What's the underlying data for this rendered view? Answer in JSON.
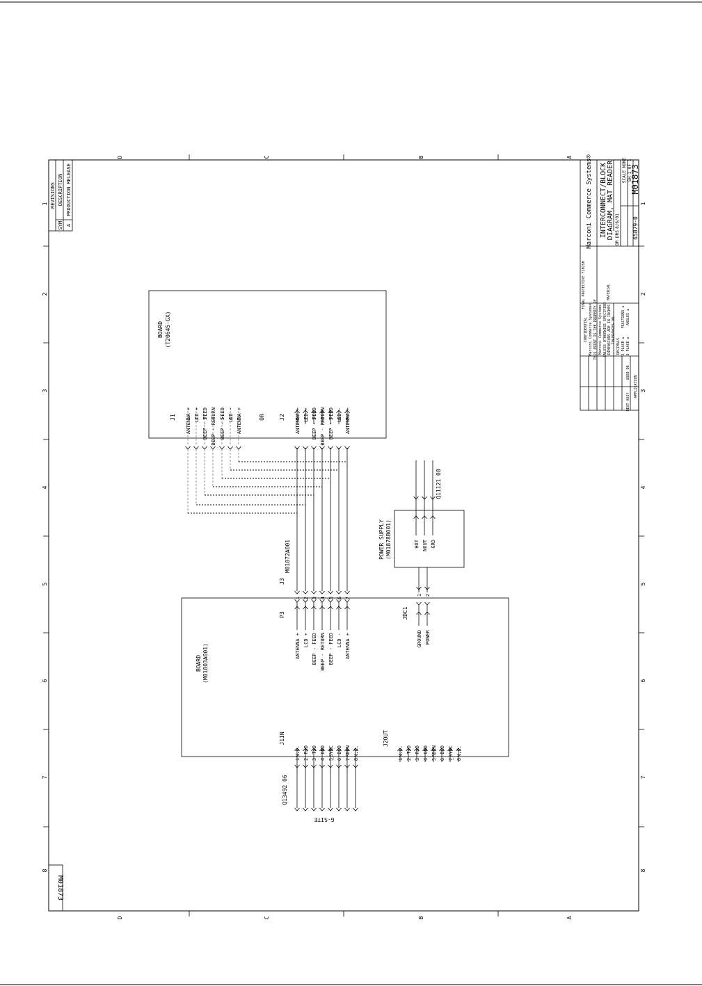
{
  "frame": {
    "zone_letters": [
      "D",
      "C",
      "B",
      "A"
    ],
    "zone_numbers": [
      "1",
      "2",
      "3",
      "4",
      "5",
      "6",
      "7",
      "8"
    ]
  },
  "revisions": {
    "title": "REVISIONS",
    "col_sym": "SYM",
    "col_desc": "DESCRIPTION",
    "sym": "A",
    "desc": "PRODUCTION RELEASE"
  },
  "drawing_stamp": "M01873",
  "title_block": {
    "company": "Marconi Commerce Systems®",
    "title_line1": "INTERCONNECT/BLOCK",
    "title_line2": "DIAGRAM, MAT READER",
    "drawing_number": "M01873",
    "scale": "SCALE NONE",
    "sheet": "SH 1 OF 1",
    "dr": "DR DRS",
    "date": "8/6/01",
    "doc_number": "65879-0",
    "confidential": [
      "CONFIDENTIAL",
      "Marconi Commerce Systems®",
      "THIS PRINT IS THE PROPERTY OF",
      "Marconi Commerce Systems"
    ],
    "tolerances": [
      "UNLESS OTHERWISE SPECIFIED",
      "DIMENSIONS ARE IN INCHES",
      "TOLERANCES ON:"
    ],
    "decimals": [
      "DECIMALS",
      "2 PLACE ±",
      "3 PLACE ±",
      "FRACTIONS ±",
      "ANGLES ±"
    ],
    "material": "MATERIAL",
    "finish": "FINAL PROTECTIVE FINISH",
    "next_assy": "NEXT ASSY",
    "used_on": "USED ON",
    "application": "APPLICATION"
  },
  "board_top": {
    "name": "BOARD",
    "part": "(T20645-GX)",
    "or_label": "OR",
    "j1": {
      "ref": "J1",
      "pins": [
        "1",
        "2",
        "3",
        "4",
        "5",
        "6",
        "7"
      ],
      "signals": [
        "ANTENNA +",
        "LCD +",
        "BEEP - FEED",
        "BEEP - RETURN",
        "BEEP - FEED",
        "LCD -",
        "ANTENNA +"
      ]
    },
    "j2": {
      "ref": "J2",
      "pins": [
        "1",
        "2",
        "3",
        "4",
        "5",
        "6",
        "7"
      ],
      "signals": [
        "ANTENNA +",
        "LCD +",
        "BEEP - FEED",
        "BEEP - RETURN",
        "BEEP - FEED",
        "LCD -",
        "ANTENNA +"
      ]
    }
  },
  "cable_main": "M01872A001",
  "power_supply": {
    "name": "POWER SUPPLY",
    "part": "(M01878B001)",
    "outputs": [
      "HOT",
      "NOUT",
      "GRD"
    ],
    "cable": "Q11121 08"
  },
  "board_bottom": {
    "name": "BOARD",
    "part": "(M01803A001)",
    "j3": {
      "ref": "J3",
      "pins": [
        "1",
        "2",
        "3",
        "4",
        "5",
        "6",
        "7"
      ]
    },
    "p3": {
      "ref": "P3",
      "signals": [
        "ANTENNA +",
        "LCD +",
        "BEEP - FEED",
        "BEEP - RETURN",
        "BEEP - FEED",
        "LCD -",
        "ANTENNA +"
      ]
    },
    "jdc1": {
      "ref": "JDC1",
      "pins": [
        "1",
        "2"
      ],
      "signals": [
        "GROUND",
        "POWER"
      ]
    },
    "j1in": {
      "ref": "J1IN",
      "pins": [
        "1",
        "2",
        "3",
        "4",
        "5",
        "6",
        "7",
        "8"
      ],
      "signals": [
        "N.C.",
        "RxD",
        "TxD",
        "GND",
        "_SYNC",
        "DCD",
        "RDEN",
        "N.C."
      ]
    },
    "j2out": {
      "ref": "J2OUT",
      "pins": [
        "1",
        "2",
        "3",
        "4",
        "5",
        "6",
        "7",
        "8"
      ],
      "signals": [
        "N.C.",
        "TxD",
        "RxD",
        "GND",
        "RDEN",
        "DCD",
        "_SYNC",
        "N.C."
      ]
    }
  },
  "g_site": {
    "cable": "Q13492 06",
    "label": "G-SITE"
  }
}
